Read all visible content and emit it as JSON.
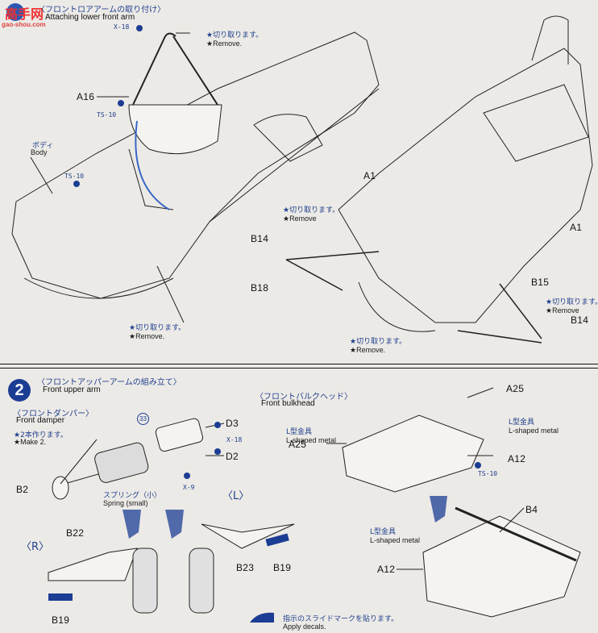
{
  "watermark": {
    "text": "高手网",
    "url_text": "gao-shou.com"
  },
  "step1": {
    "title_jp": "〈フロントロアアームの取り付け〉",
    "title_en": "Attaching lower front arm",
    "labels": {
      "x18": "X-18",
      "a16": "A16",
      "ts10_a": "TS-10",
      "body_jp": "ボディ",
      "body_en": "Body",
      "ts10_b": "TS-10",
      "a1_left": "A1",
      "b14_left": "B14",
      "b18": "B18",
      "a1_right": "A1",
      "b15": "B15",
      "b14_right": "B14"
    },
    "remove_notes": [
      {
        "jp": "★切り取ります。",
        "en": "★Remove."
      },
      {
        "jp": "★切り取ります。",
        "en": "★Remove."
      },
      {
        "jp": "★切り取ります。",
        "en": "★Remove"
      },
      {
        "jp": "★切り取ります。",
        "en": "★Remove."
      },
      {
        "jp": "★切り取ります。",
        "en": "★Remove"
      }
    ]
  },
  "step2": {
    "number": "2",
    "title_jp": "〈フロントアッパーアームの組み立て〉",
    "title_en": "Front upper arm",
    "damper": {
      "title_jp": "〈フロントダンパー〉",
      "title_en": "Front damper",
      "note_jp": "★2本作ります。",
      "note_en": "★Make 2."
    },
    "labels": {
      "decal_33": "33",
      "d3": "D3",
      "x18": "X-18",
      "d2": "D2",
      "x9": "X-9",
      "b2": "B2",
      "spring_jp": "スプリング（小）",
      "spring_en": "Spring (small)",
      "left": "〈L〉",
      "right": "〈R〉",
      "b22": "B22",
      "b19_r": "B19",
      "b23": "B23",
      "b19_l": "B19"
    },
    "bulkhead": {
      "title_jp": "〈フロントバルクヘッド〉",
      "title_en": "Front bulkhead",
      "labels": {
        "a25_top": "A25",
        "a25_left": "A25",
        "a12_right": "A12",
        "ts10": "TS-10",
        "b4": "B4",
        "a12_bottom": "A12"
      },
      "l_metal": [
        {
          "jp": "L型金具",
          "en": "L-shaped metal"
        },
        {
          "jp": "L型金具",
          "en": "L-shaped metal"
        },
        {
          "jp": "L型金具",
          "en": "L-shaped metal"
        }
      ]
    },
    "decal_note": {
      "jp": "指示のスライドマークを貼ります。",
      "en": "Apply decals."
    }
  },
  "colors": {
    "accent_blue": "#1c3d94",
    "paper": "#eceae6",
    "part_dark": "#4a4a4a"
  }
}
